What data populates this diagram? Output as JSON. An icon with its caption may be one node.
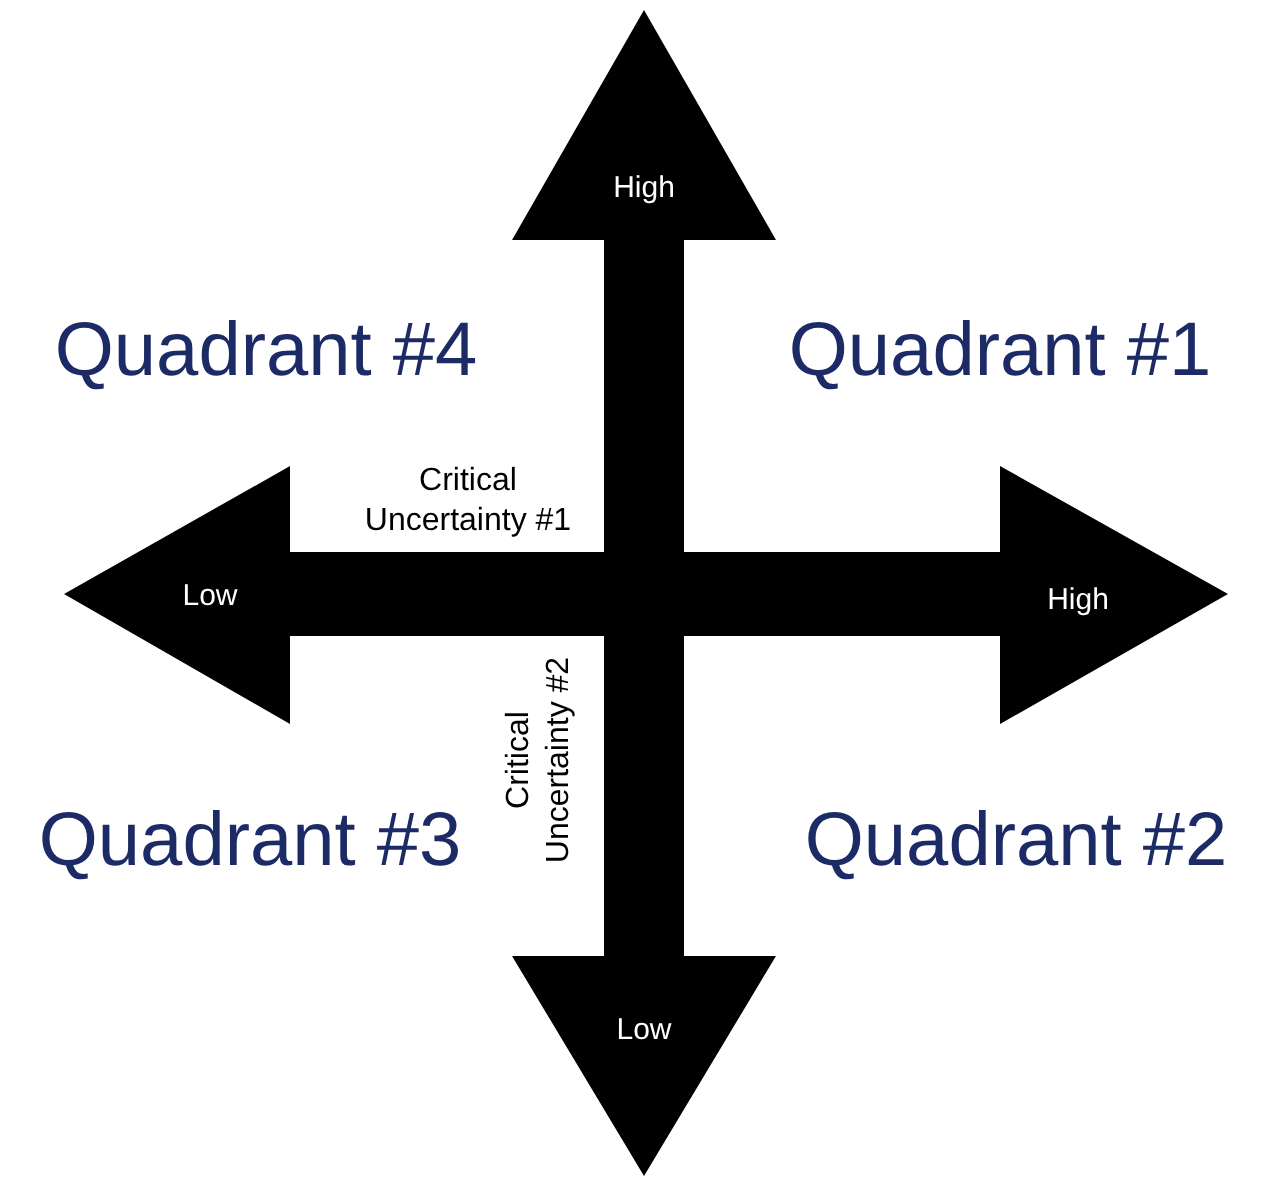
{
  "diagram": {
    "labels": [
      "High",
      "Quadrant #4",
      "Quadrant #1",
      "Critical Uncertainty #1",
      "Low",
      "High",
      "Critical Uncertainty #2",
      "Quadrant #3",
      "Quadrant #2",
      "Low"
    ]
  }
}
